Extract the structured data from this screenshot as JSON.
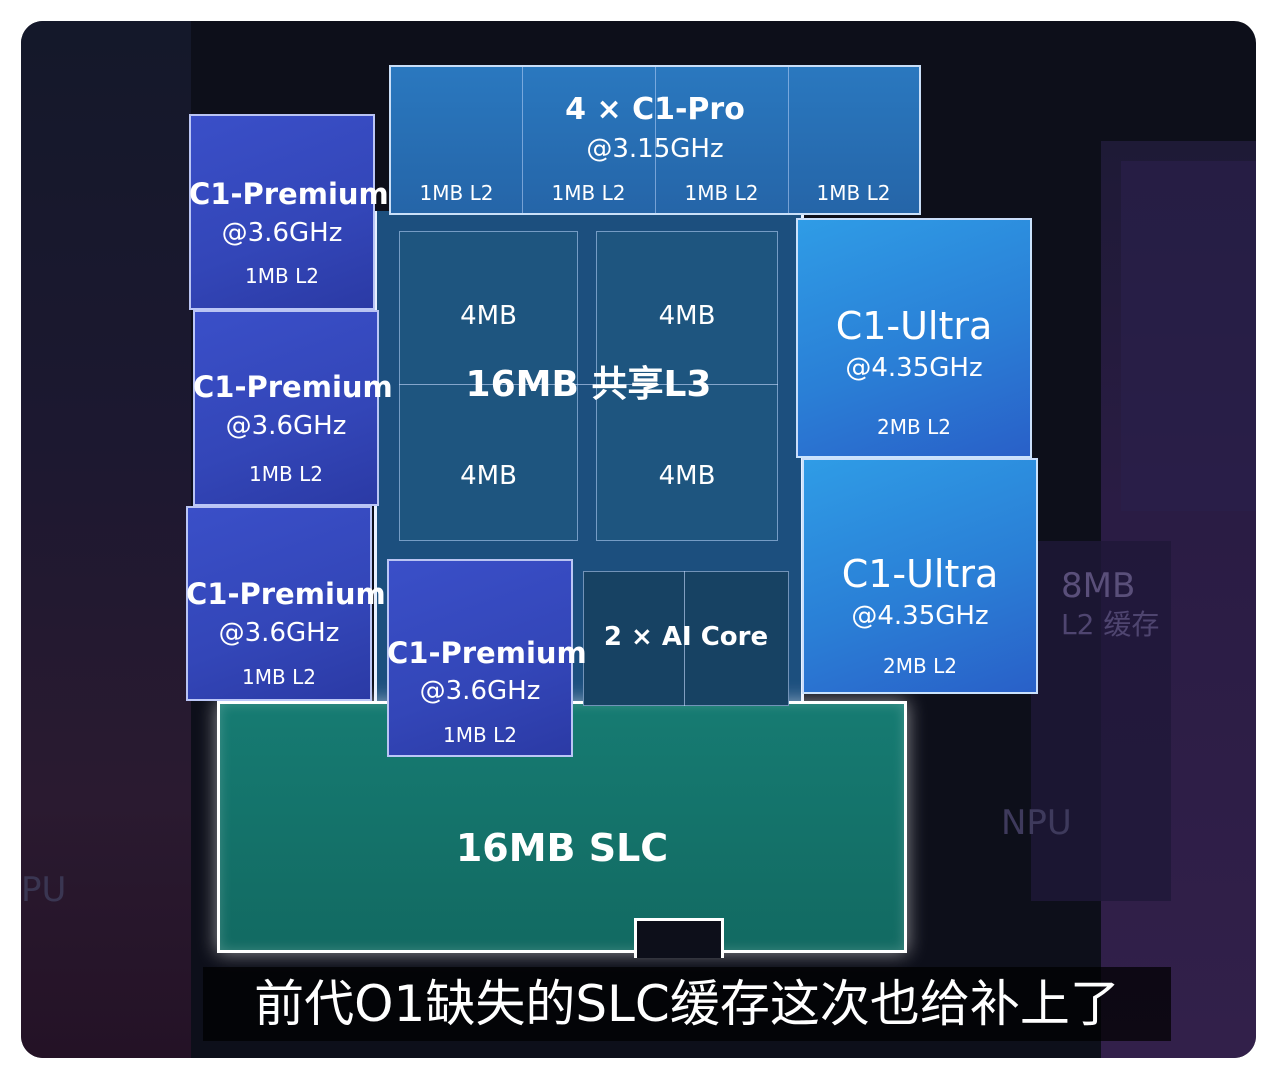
{
  "diagram": {
    "pro_cluster": {
      "title": "4 × C1-Pro",
      "freq": "@3.15GHz",
      "l2": [
        "1MB L2",
        "1MB L2",
        "1MB L2",
        "1MB L2"
      ]
    },
    "premium_cores": [
      {
        "name": "C1-Premium",
        "freq": "@3.6GHz",
        "l2": "1MB L2"
      },
      {
        "name": "C1-Premium",
        "freq": "@3.6GHz",
        "l2": "1MB L2"
      },
      {
        "name": "C1-Premium",
        "freq": "@3.6GHz",
        "l2": "1MB L2"
      },
      {
        "name": "C1-Premium",
        "freq": "@3.6GHz",
        "l2": "1MB L2"
      }
    ],
    "l3": {
      "label": "16MB 共享L3",
      "slices": [
        "4MB",
        "4MB",
        "4MB",
        "4MB"
      ]
    },
    "ultra_cores": [
      {
        "name": "C1-Ultra",
        "freq": "@4.35GHz",
        "l2": "2MB L2"
      },
      {
        "name": "C1-Ultra",
        "freq": "@4.35GHz",
        "l2": "2MB L2"
      }
    ],
    "ai_core": {
      "label": "2 × AI Core"
    },
    "slc": {
      "label": "16MB SLC"
    },
    "background": {
      "l2_cache": "8MB",
      "l2_cache_sub": "L2 缓存",
      "npu": "NPU",
      "left_edge": "PU"
    }
  },
  "subtitle": "前代O1缺失的SLC缓存这次也给补上了",
  "colors": {
    "premium": "#3346b8",
    "pro": "#2565a8",
    "ultra": "#2a7fd6",
    "l3": "#1c4f7e",
    "slc": "#126a62",
    "outline": "#ffffff"
  }
}
